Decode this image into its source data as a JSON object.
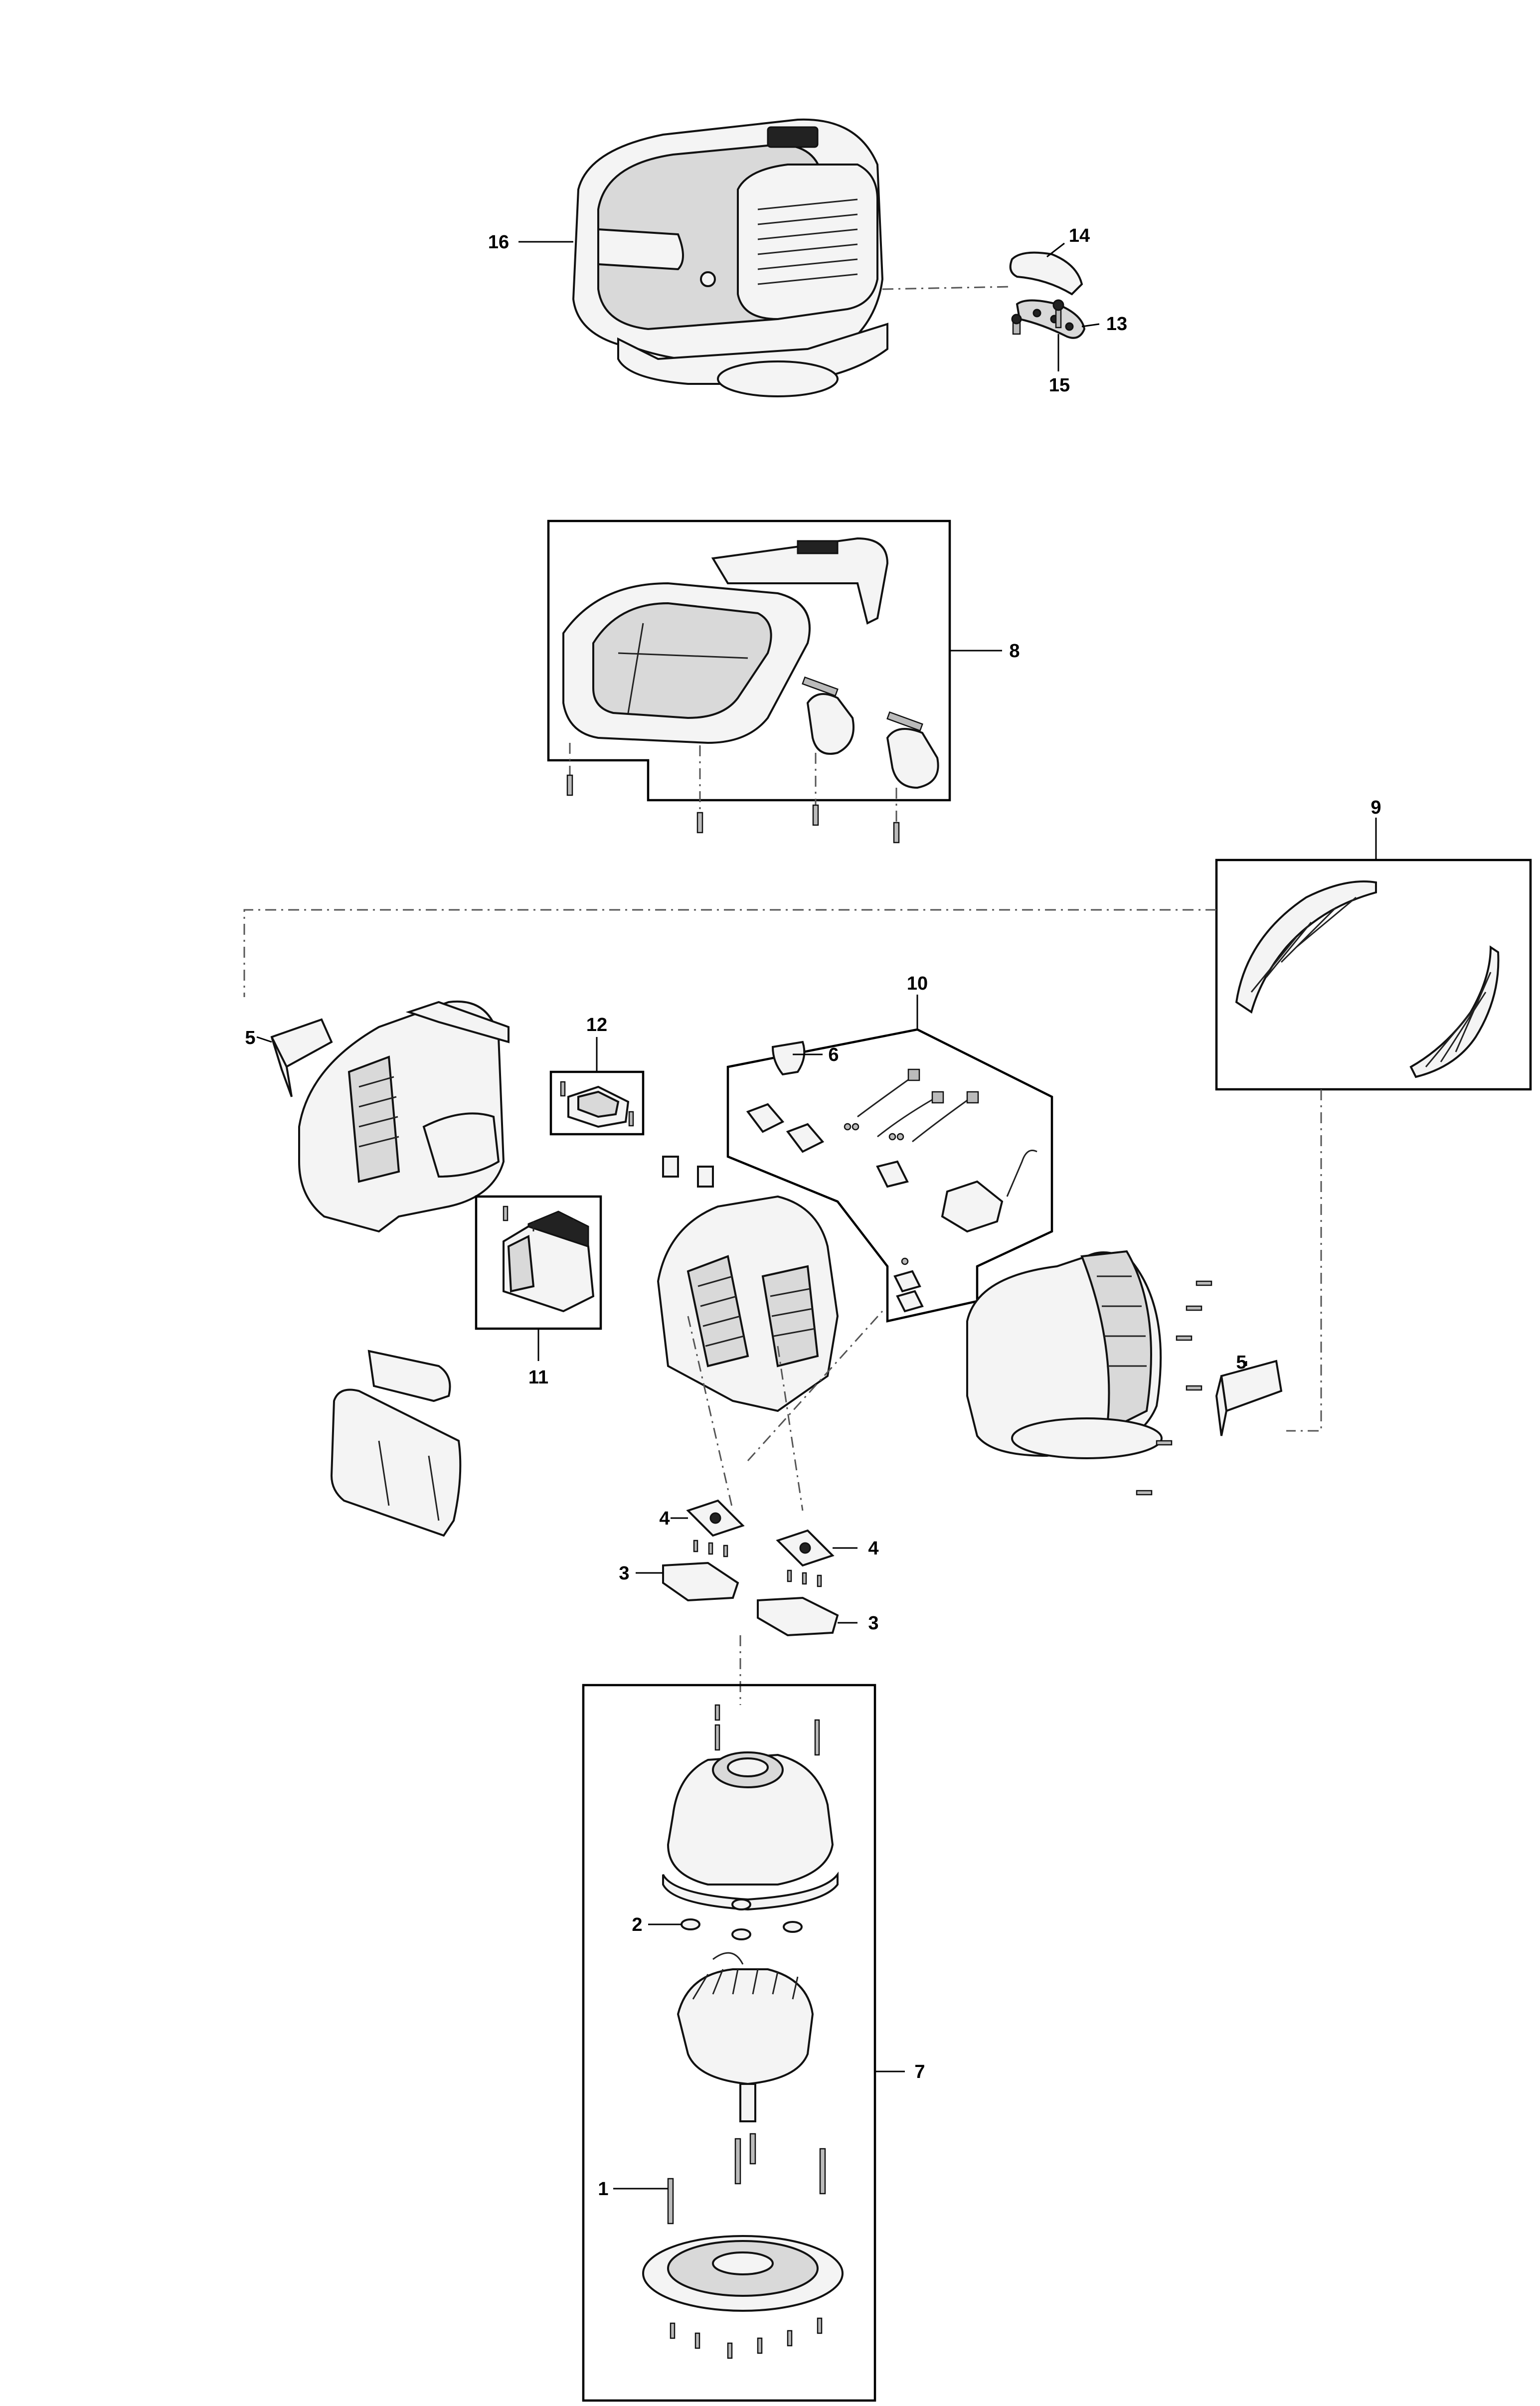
{
  "callouts": [
    {
      "id": "c1",
      "text": "1"
    },
    {
      "id": "c2",
      "text": "2"
    },
    {
      "id": "c3a",
      "text": "3"
    },
    {
      "id": "c3b",
      "text": "3"
    },
    {
      "id": "c4a",
      "text": "4"
    },
    {
      "id": "c4b",
      "text": "4"
    },
    {
      "id": "c5a",
      "text": "5"
    },
    {
      "id": "c5b",
      "text": "5"
    },
    {
      "id": "c6",
      "text": "6"
    },
    {
      "id": "c7",
      "text": "7"
    },
    {
      "id": "c8",
      "text": "8"
    },
    {
      "id": "c9",
      "text": "9"
    },
    {
      "id": "c10",
      "text": "10"
    },
    {
      "id": "c11",
      "text": "11"
    },
    {
      "id": "c12",
      "text": "12"
    },
    {
      "id": "c13",
      "text": "13"
    },
    {
      "id": "c14",
      "text": "14"
    },
    {
      "id": "c15",
      "text": "15"
    },
    {
      "id": "c16",
      "text": "16"
    }
  ],
  "colors": {
    "line": "#000000",
    "part_fill": "#f4f4f4",
    "dashed_leader": "#555555"
  }
}
